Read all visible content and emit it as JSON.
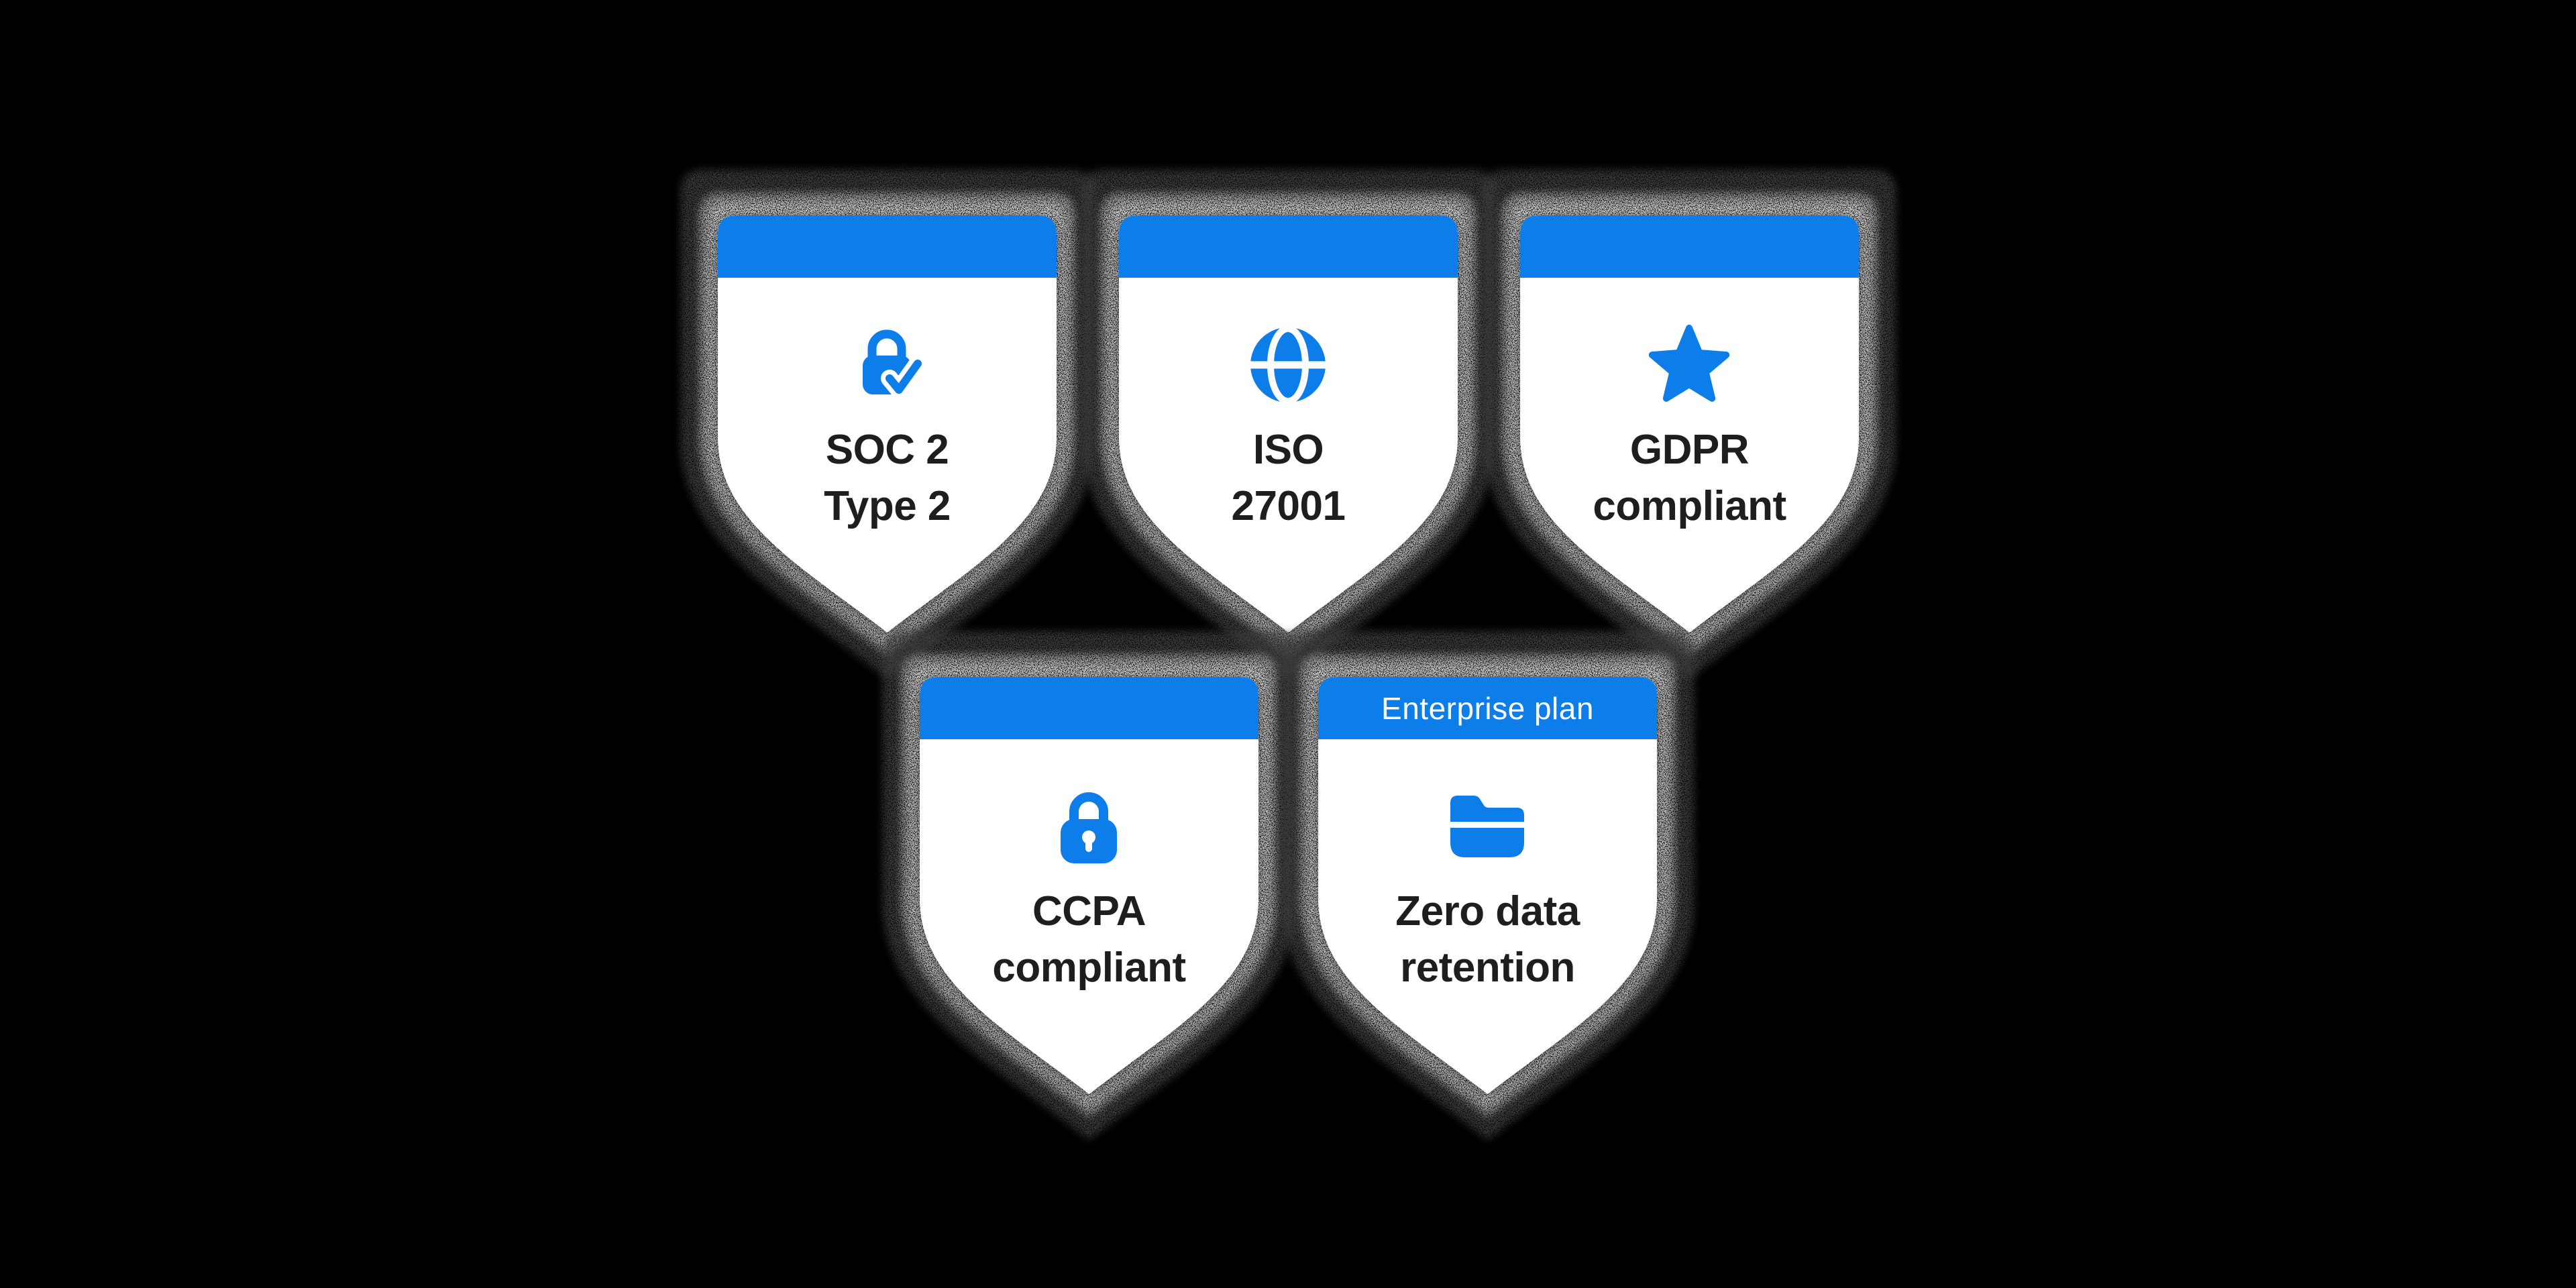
{
  "page": {
    "background": "#000000",
    "description": "Five shield-shaped compliance badges with grainy dark borders on a black background"
  },
  "colors": {
    "accent": "#0d7ee9",
    "shield_white": "#ffffff",
    "title_text": "#1e1e20",
    "header_text": "#ffffff",
    "ring_dark": "#3b3b3b",
    "ring_mid": "#a8a8a8",
    "ring_light": "#dcdcdc"
  },
  "badges": [
    {
      "id": "soc2",
      "header_label": "",
      "icon": "lock-check-icon",
      "title_line1": "SOC 2",
      "title_line2": "Type 2"
    },
    {
      "id": "iso27001",
      "header_label": "",
      "icon": "globe-icon",
      "title_line1": "ISO",
      "title_line2": "27001"
    },
    {
      "id": "gdpr",
      "header_label": "",
      "icon": "star-icon",
      "title_line1": "GDPR",
      "title_line2": "compliant"
    },
    {
      "id": "ccpa",
      "header_label": "",
      "icon": "lock-icon",
      "title_line1": "CCPA",
      "title_line2": "compliant"
    },
    {
      "id": "zdr",
      "header_label": "Enterprise plan",
      "icon": "folder-open-icon",
      "title_line1": "Zero data",
      "title_line2": "retention"
    }
  ]
}
